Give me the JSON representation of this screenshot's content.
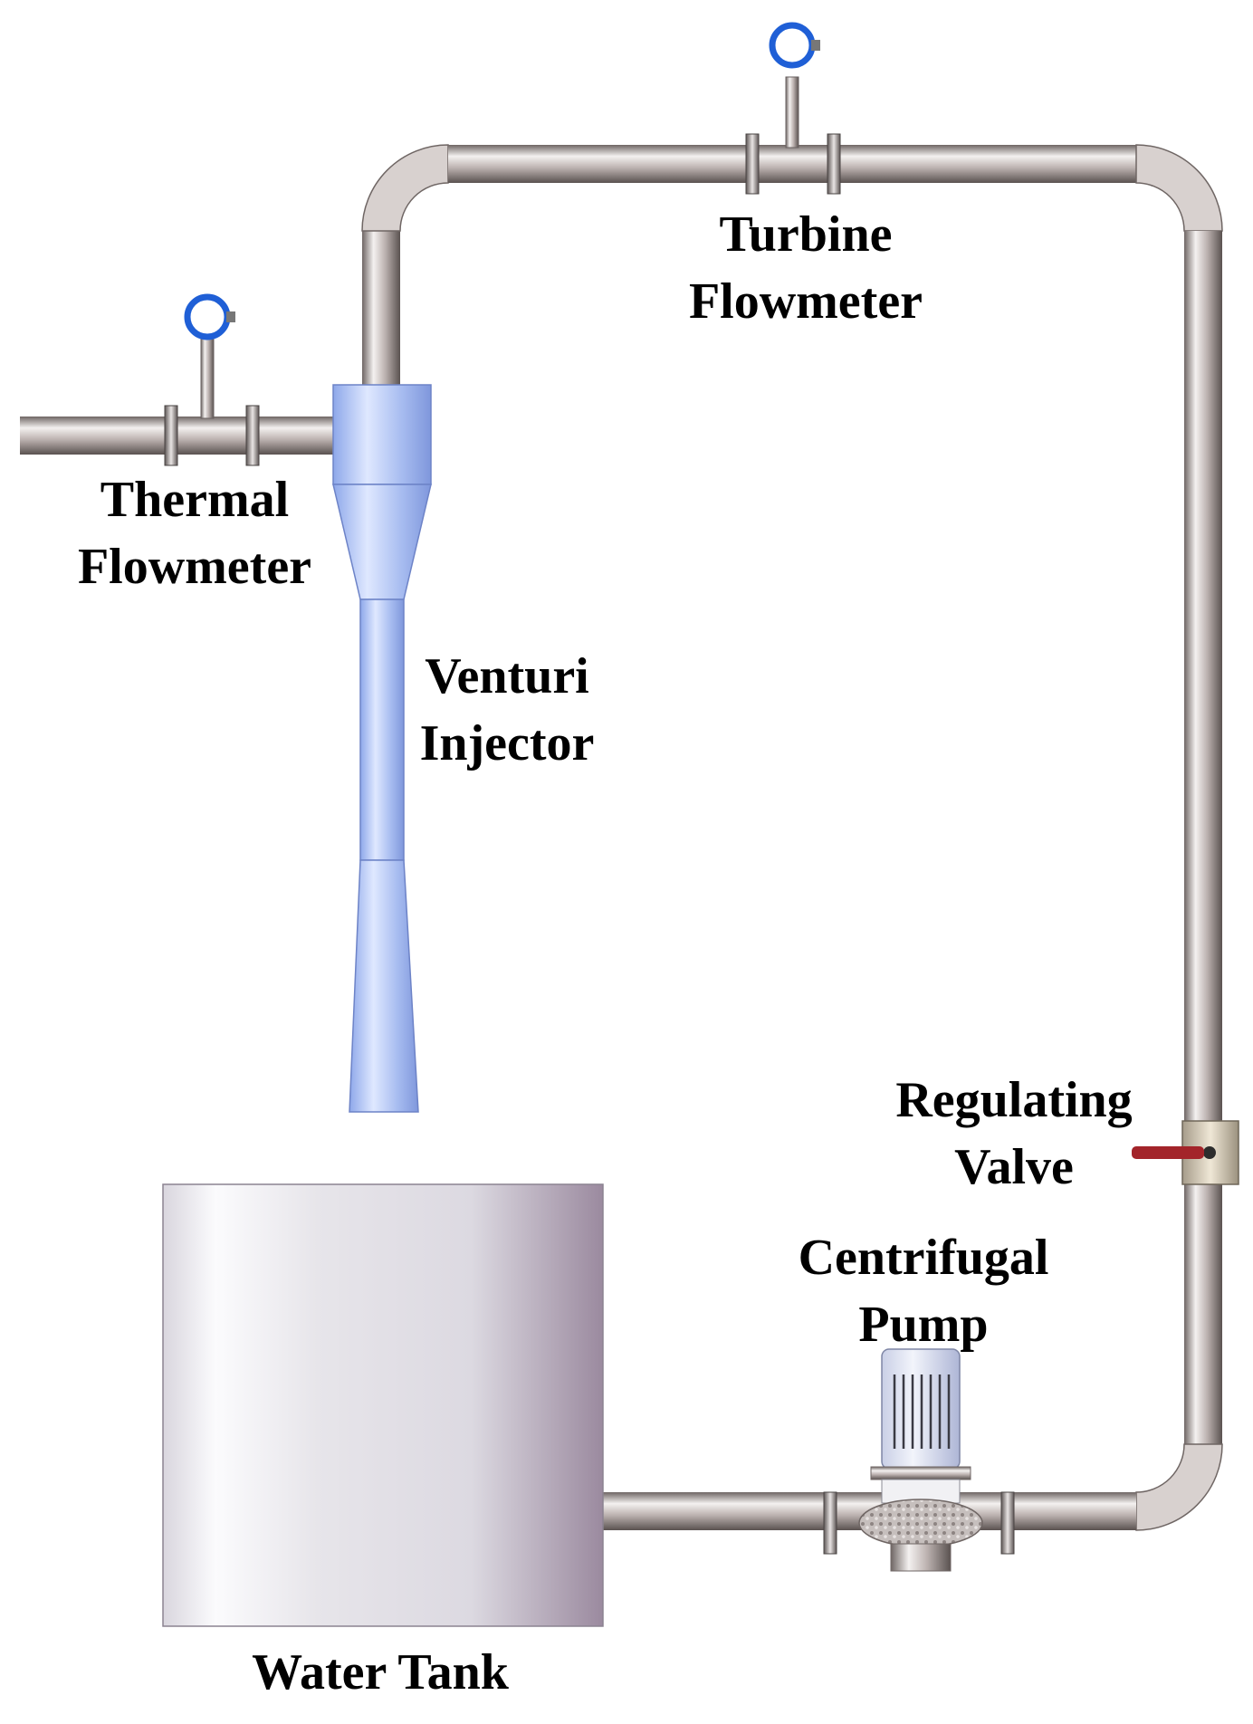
{
  "labels": {
    "turbine_flowmeter": [
      "Turbine",
      "Flowmeter"
    ],
    "thermal_flowmeter": [
      "Thermal",
      "Flowmeter"
    ],
    "venturi_injector": [
      "Venturi",
      "Injector"
    ],
    "regulating_valve": [
      "Regulating",
      "Valve"
    ],
    "centrifugal_pump": [
      "Centrifugal",
      "Pump"
    ],
    "water_tank": "Water Tank"
  },
  "colors": {
    "background": "#ffffff",
    "pipe": "#b8b0ae",
    "venturi": "#a9bff2",
    "gauge_ring": "#1f5fd6",
    "valve_handle": "#a3242a",
    "tank": "#e6e3ea"
  }
}
